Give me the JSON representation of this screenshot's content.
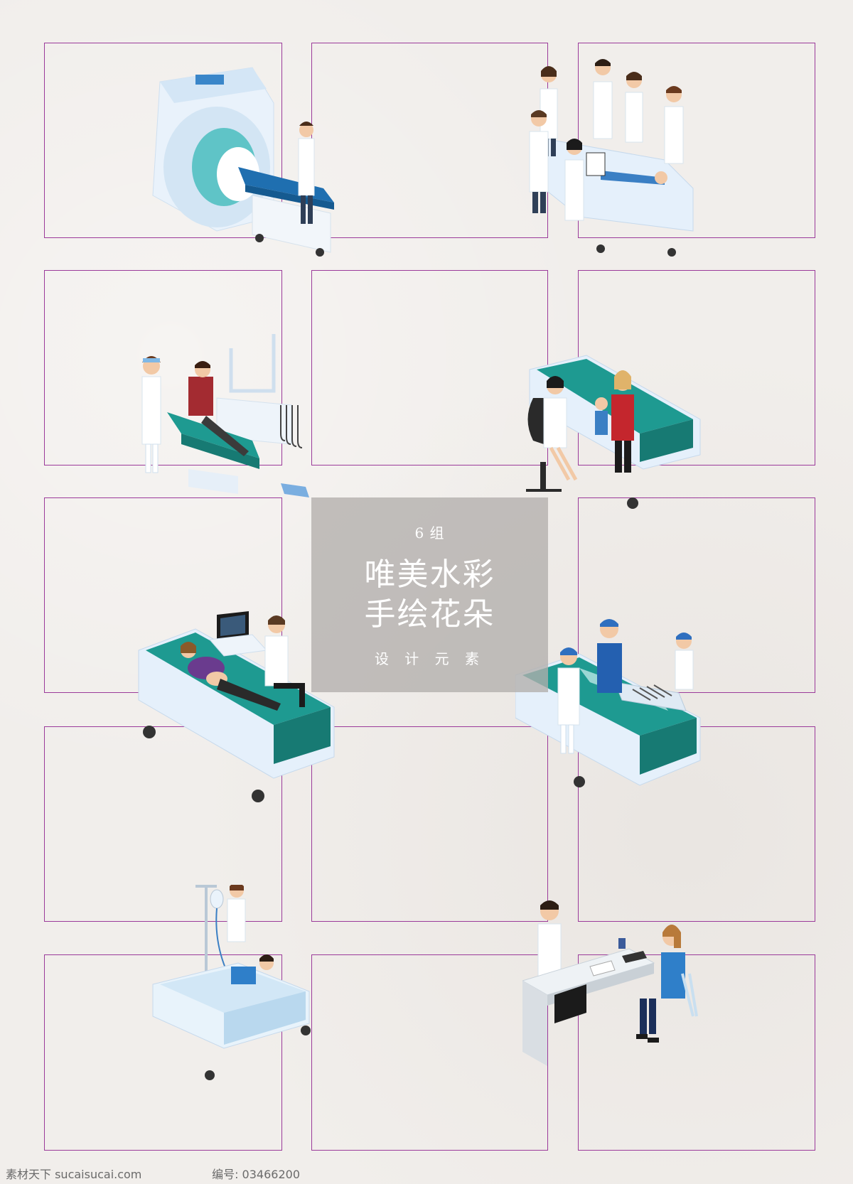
{
  "card": {
    "count": "6 组",
    "line1": "唯美水彩",
    "line2": "手绘花朵",
    "subtitle": "设 计 元 素"
  },
  "footer": {
    "site": "素材天下 sucaisucai.com",
    "id_label": "编号: 03466200"
  },
  "colors": {
    "teal": "#1e9a91",
    "light_blue": "#dfeefa",
    "guide": "#9b3a9a",
    "card": "#b2aeac"
  },
  "scenes": [
    {
      "name": "mri-scanner-scene",
      "icon": "mri-scanner-icon"
    },
    {
      "name": "doctors-consultation-scene",
      "icon": "doctors-group-icon"
    },
    {
      "name": "dentist-scene",
      "icon": "dental-chair-icon"
    },
    {
      "name": "pediatrics-scene",
      "icon": "stethoscope-icon"
    },
    {
      "name": "ultrasound-scene",
      "icon": "ultrasound-icon"
    },
    {
      "name": "surgery-scene",
      "icon": "surgery-icon"
    },
    {
      "name": "iv-drip-scene",
      "icon": "iv-drip-icon"
    },
    {
      "name": "doctor-desk-scene",
      "icon": "doctor-desk-icon"
    }
  ]
}
